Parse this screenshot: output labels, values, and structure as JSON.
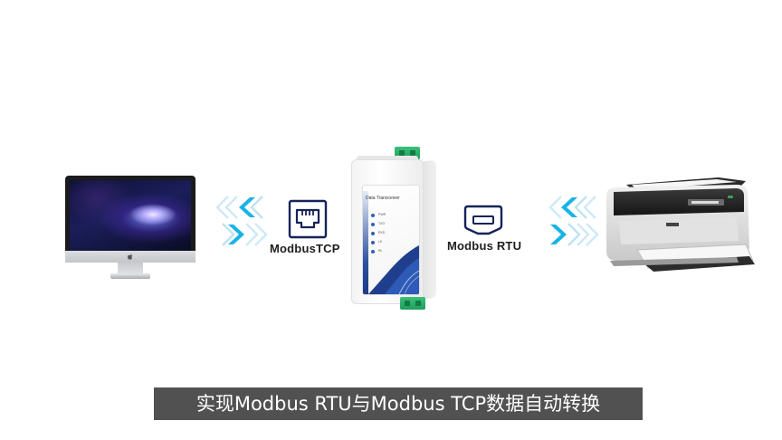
{
  "protocols": {
    "tcp_label": "ModbusTCP",
    "rtu_label": "Modbus RTU"
  },
  "converter": {
    "title": "Data Transceiver",
    "leds": [
      "PWR",
      "TXD",
      "RXD",
      "LK",
      "RL"
    ]
  },
  "icons": {
    "computer": "imac-computer-icon",
    "ethernet": "ethernet-port-icon",
    "serial": "serial-port-icon",
    "printer": "laser-printer-icon",
    "arrows": "double-chevron-arrow-icon"
  },
  "colors": {
    "arrow_cyan": "#19b3e6",
    "terminal_green": "#2bb56c",
    "din_blue": "#2c4fa0",
    "caption_bg": "#424242",
    "icon_navy": "#14235a"
  },
  "caption": {
    "text": "实现Modbus RTU与Modbus TCP数据自动转换"
  }
}
